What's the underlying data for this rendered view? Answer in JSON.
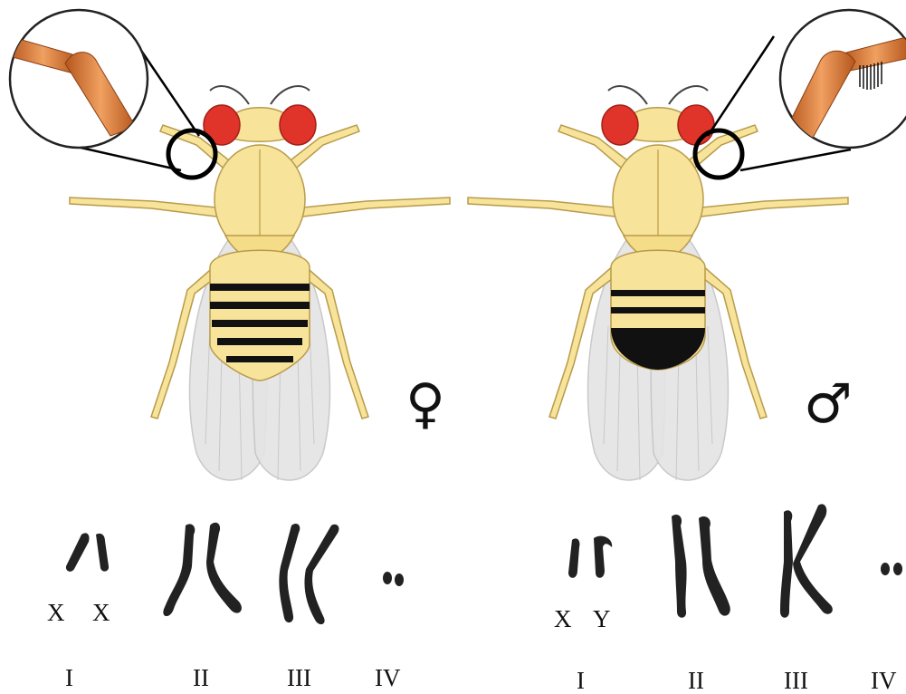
{
  "female": {
    "sex_symbol": "♀",
    "chromosome_labels": [
      "X",
      "X"
    ],
    "pair_numerals": [
      "I",
      "II",
      "III",
      "IV"
    ]
  },
  "male": {
    "sex_symbol": "♂",
    "chromosome_labels": [
      "X",
      "Y"
    ],
    "pair_numerals": [
      "I",
      "II",
      "III",
      "IV"
    ]
  },
  "colors": {
    "body": "#f7e39a",
    "body_outline": "#b89b4a",
    "eye": "#e0332a",
    "wing": "#e4e4e4",
    "stripe": "#111111",
    "leg_detail": "#d67a35",
    "chromosome": "#222222"
  }
}
